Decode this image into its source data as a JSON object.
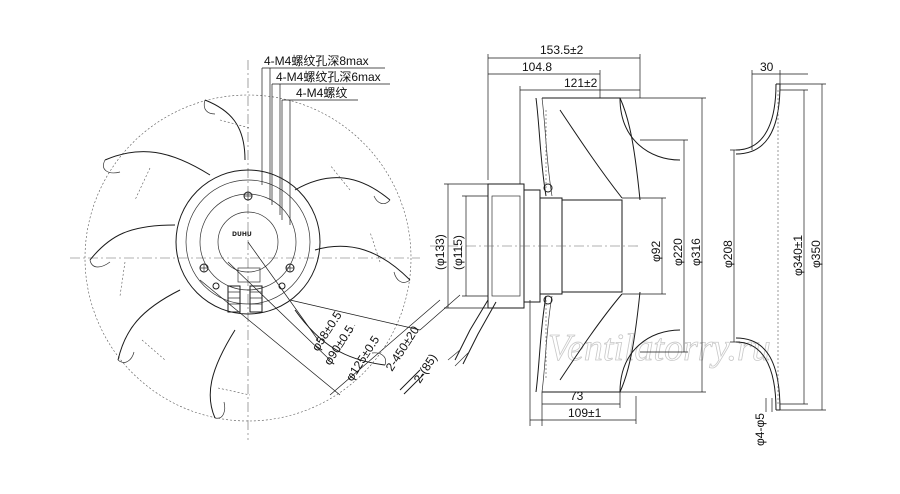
{
  "front_view": {
    "thread_notes": [
      "4-M4螺纹孔深8max",
      "4-M4螺纹孔深6max",
      "4-M4螺纹"
    ],
    "diameters": [
      "φ58±0.5",
      "φ90±0.5",
      "φ125±0.5"
    ],
    "cable_length": "2-450±20",
    "cable_end": "2-(85)",
    "hub_logo": "DUHU"
  },
  "side_view": {
    "overall_depth": "153.5±2",
    "depth_2": "104.8",
    "depth_3": "121±2",
    "flange_diameters": [
      "(φ133)",
      "(φ115)"
    ],
    "inlet_diameters": [
      "φ92",
      "φ220",
      "φ316"
    ],
    "bottom_depth_1": "73",
    "bottom_depth_2": "109±1"
  },
  "inlet_ring": {
    "depth": "30",
    "diameters": [
      "φ208",
      "φ340±1",
      "φ350"
    ],
    "holes": "φ4-φ5"
  },
  "watermark": "Ventilatorry.ru"
}
